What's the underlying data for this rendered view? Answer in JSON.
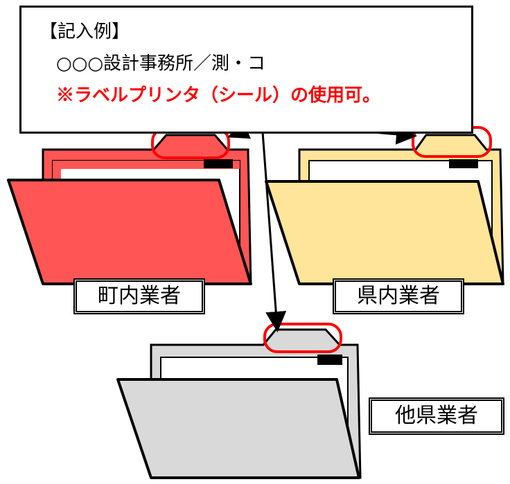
{
  "example": {
    "heading": "【記入例】",
    "sample_label": "○○○設計事務所／測・コ",
    "note": "※ラベルプリンタ（シール）の使用可。"
  },
  "folders": [
    {
      "label": "町内業者",
      "color": "#ff5555",
      "fill_inner": "#ff5555"
    },
    {
      "label": "県内業者",
      "color": "#ffe599",
      "fill_inner": "#ffe599"
    },
    {
      "label": "他県業者",
      "color": "#d9d9d9",
      "fill_inner": "#d9d9d9"
    }
  ],
  "colors": {
    "highlight_ring": "#ff0000",
    "outline": "#000000",
    "note_text": "#ff0000"
  }
}
